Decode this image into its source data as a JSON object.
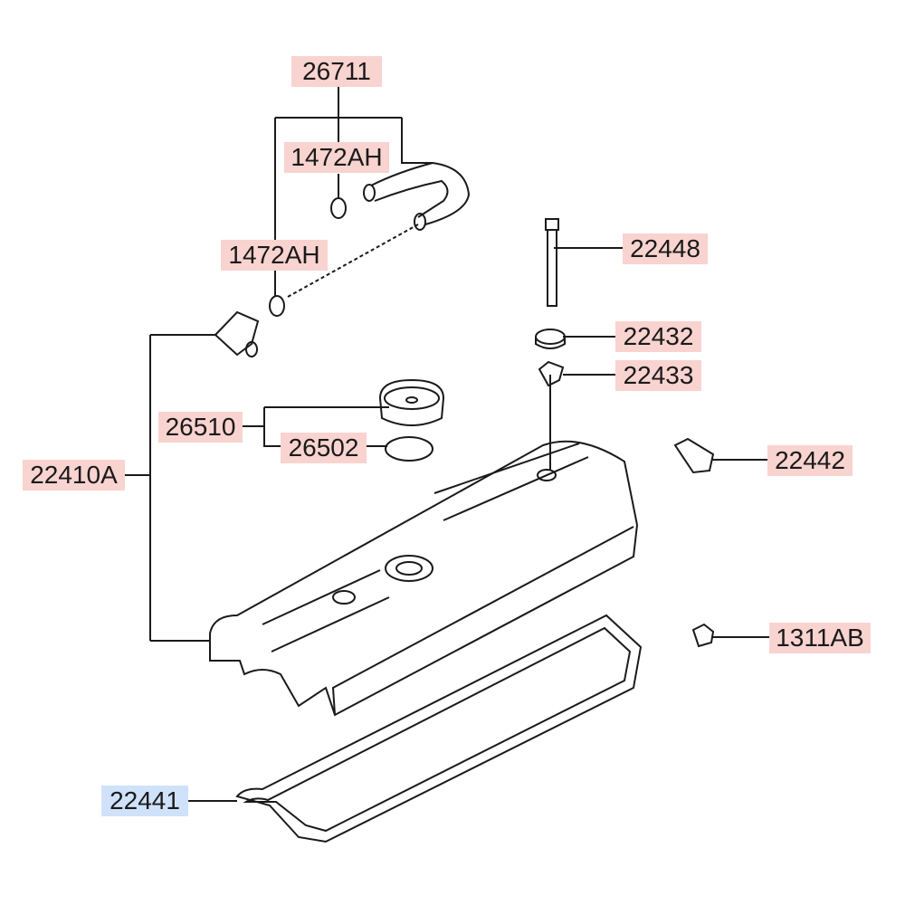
{
  "diagram": {
    "colors": {
      "label_bg": "#f8d3cf",
      "selected_label_bg": "#cfe2fa",
      "line": "#1a1a1a"
    },
    "selected_part": "22441",
    "labels": {
      "hose": "26711",
      "clamp_top": "1472AH",
      "clamp_left": "1472AH",
      "bolt": "22448",
      "washer": "22432",
      "grommet": "22433",
      "oil_cap": "26510",
      "cap_gasket": "26502",
      "cover_assy": "22410A",
      "plug": "22442",
      "nut": "1311AB",
      "cover_gasket": "22441"
    }
  }
}
